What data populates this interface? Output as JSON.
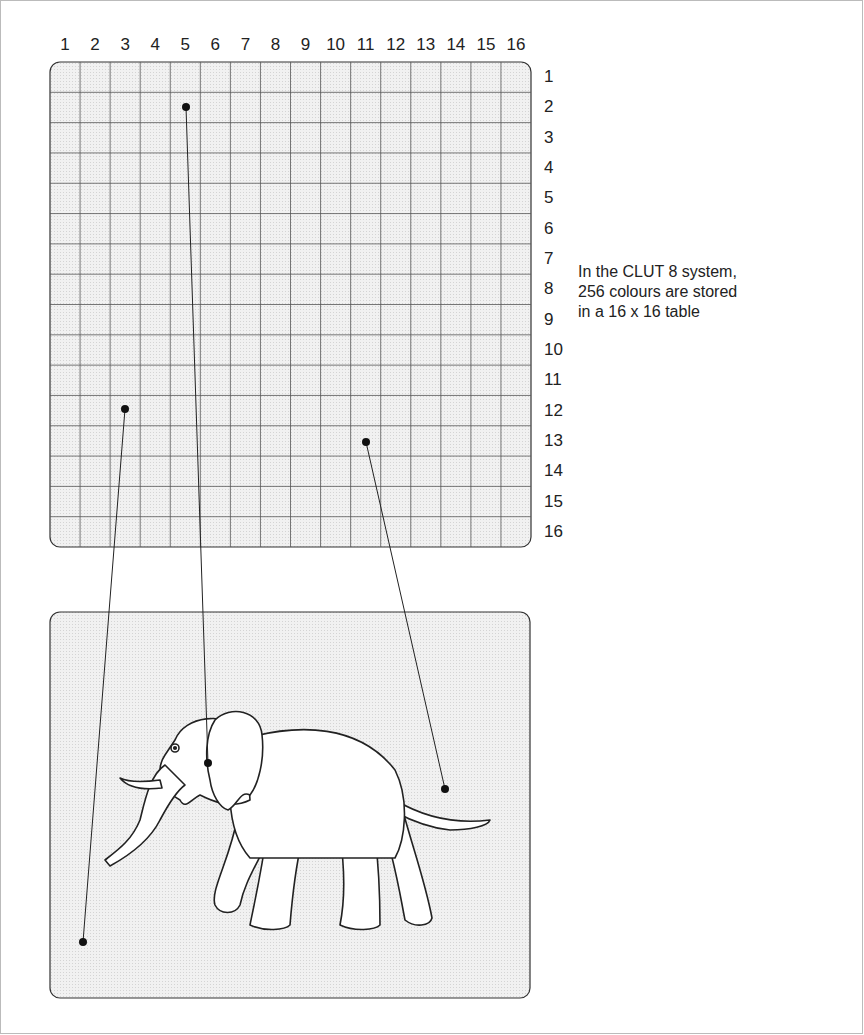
{
  "diagram": {
    "labels": [
      "1",
      "2",
      "3",
      "4",
      "5",
      "6",
      "7",
      "8",
      "9",
      "10",
      "11",
      "12",
      "13",
      "14",
      "15",
      "16",
      "1",
      "2",
      "3",
      "4",
      "5",
      "6",
      "7",
      "8",
      "9",
      "10",
      "11",
      "12",
      "13",
      "14",
      "15",
      "16",
      "In the CLUT 8 system, 256 colours are stored in a 16 x 16 table"
    ]
  }
}
